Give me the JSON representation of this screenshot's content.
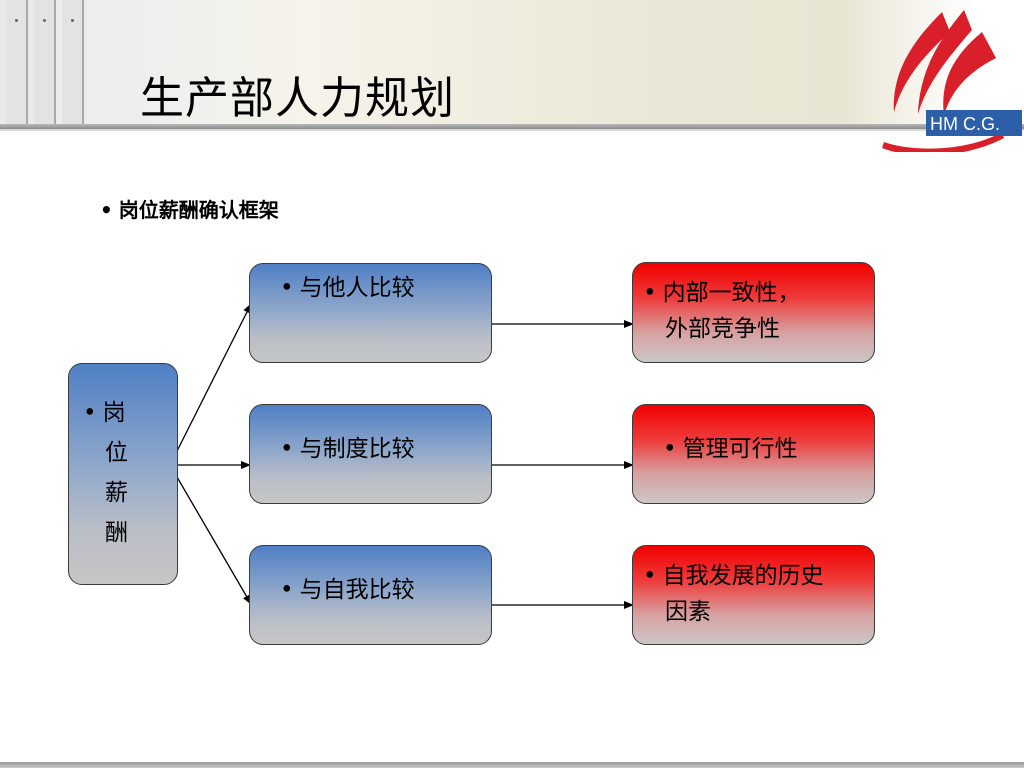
{
  "slide": {
    "title": "生产部人力规划",
    "bullet": "岗位薪酬确认框架"
  },
  "logo": {
    "text": "HM C.G."
  },
  "diagram": {
    "source": {
      "chars": [
        "岗",
        "位",
        "薪",
        "酬"
      ]
    },
    "comparisons": [
      {
        "label": "与他人比较"
      },
      {
        "label": "与制度比较"
      },
      {
        "label": "与自我比较"
      }
    ],
    "results": [
      {
        "line1": "内部一致性，",
        "line2": "外部竞争性"
      },
      {
        "line1": "管理可行性",
        "line2": ""
      },
      {
        "line1": "自我发展的历史",
        "line2": "因素"
      }
    ]
  },
  "colors": {
    "blue_box": "#4f7fc5",
    "red_box": "#f10000",
    "logo_red": "#d9202a",
    "logo_blue": "#2d5fa8"
  }
}
